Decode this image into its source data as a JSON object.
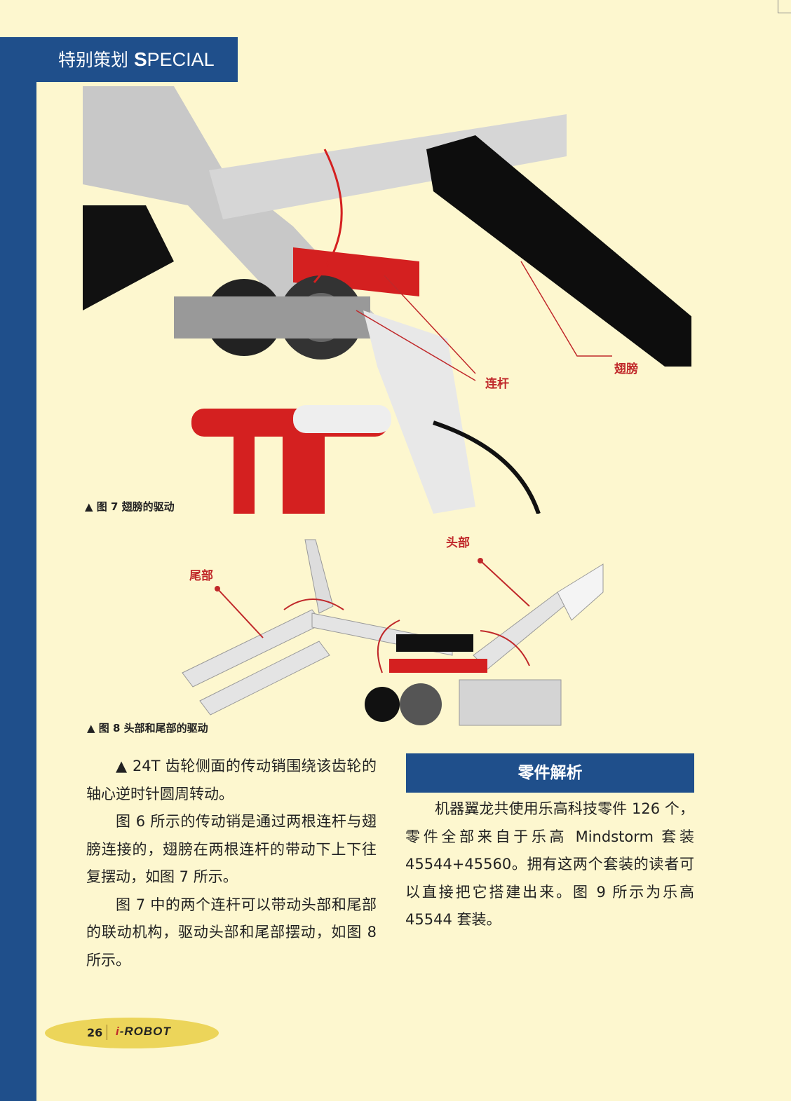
{
  "header": {
    "section_cn": "特别策划",
    "section_s": "S",
    "section_rest": "PECIAL"
  },
  "figure7": {
    "caption": "▲ 图 7  翅膀的驱动",
    "label_link": "连杆",
    "label_wing": "翅膀"
  },
  "figure8": {
    "caption": "▲ 图 8  头部和尾部的驱动",
    "label_head": "头部",
    "label_tail": "尾部"
  },
  "left_column": [
    "▲ 24T 齿轮侧面的传动销围绕该齿轮的轴心逆时针圆周转动。",
    "图 6 所示的传动销是通过两根连杆与翅膀连接的，翅膀在两根连杆的带动下上下往复摆动，如图 7 所示。",
    "图 7 中的两个连杆可以带动头部和尾部的联动机构，驱动头部和尾部摆动，如图 8 所示。"
  ],
  "sidebar_box": {
    "title": "零件解析",
    "text": "机器翼龙共使用乐高科技零件 126 个，零件全部来自于乐高 Mindstorm 套装 45544+45560。拥有这两个套装的读者可以直接把它搭建出来。图 9 所示为乐高 45544 套装。"
  },
  "footer": {
    "page": "26",
    "brand_i": "i",
    "brand_rest": "-ROBOT"
  }
}
